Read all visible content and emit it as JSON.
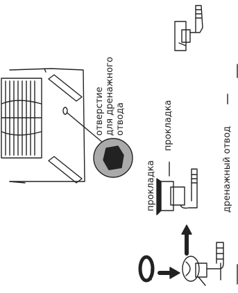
{
  "labels": {
    "hole_line1": "отверстие",
    "hole_line2": "для дренажного",
    "hole_line3": "отвода",
    "gasket_top": "прокладка",
    "gasket_left": "прокладка",
    "drain_outlet": "дренажный отвод"
  },
  "colors": {
    "line": "#222222",
    "plug_fill": "#222222",
    "circle_fill": "#aaaaaa"
  }
}
